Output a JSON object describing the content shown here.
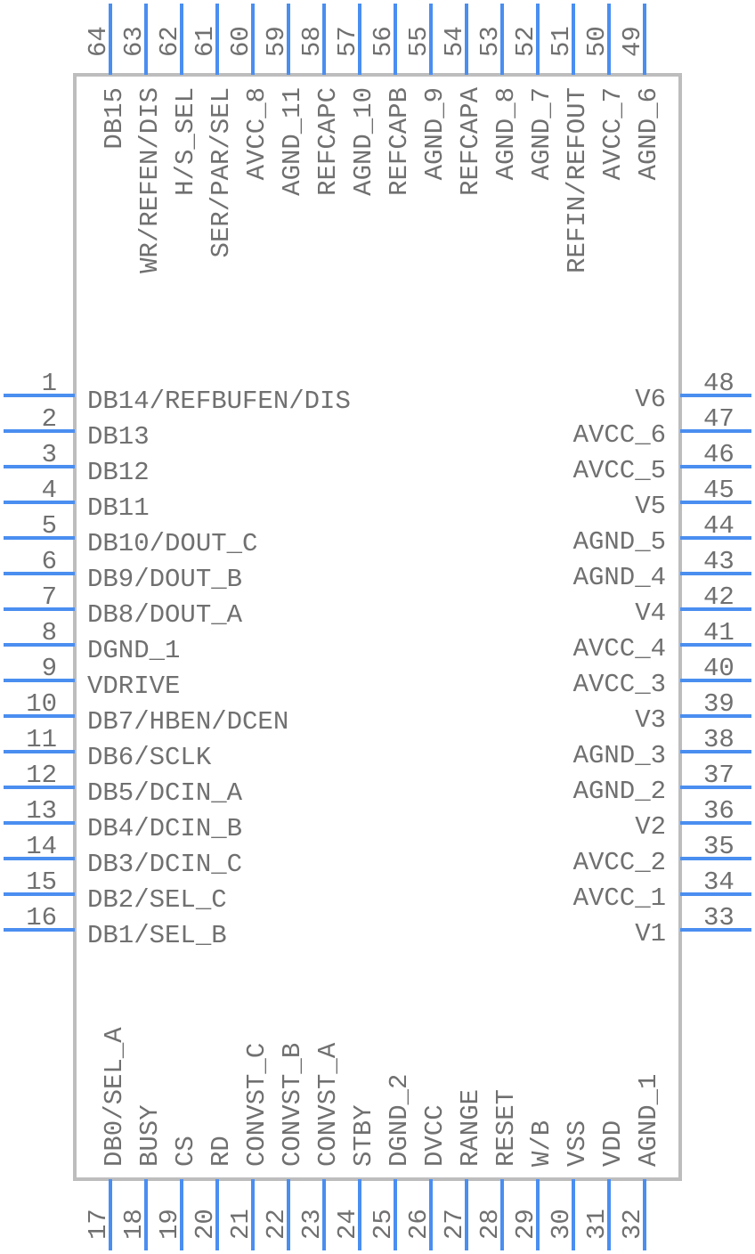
{
  "component": {
    "type": "64-pin IC schematic symbol",
    "pin_color": "#4a8ef0",
    "outline_color": "#bdbdbd",
    "text_color": "#707070"
  },
  "pins": {
    "left": [
      {
        "num": "1",
        "name": "DB14/REFBUFEN/DIS"
      },
      {
        "num": "2",
        "name": "DB13"
      },
      {
        "num": "3",
        "name": "DB12"
      },
      {
        "num": "4",
        "name": "DB11"
      },
      {
        "num": "5",
        "name": "DB10/DOUT_C"
      },
      {
        "num": "6",
        "name": "DB9/DOUT_B"
      },
      {
        "num": "7",
        "name": "DB8/DOUT_A"
      },
      {
        "num": "8",
        "name": "DGND_1"
      },
      {
        "num": "9",
        "name": "VDRIVE"
      },
      {
        "num": "10",
        "name": "DB7/HBEN/DCEN"
      },
      {
        "num": "11",
        "name": "DB6/SCLK"
      },
      {
        "num": "12",
        "name": "DB5/DCIN_A"
      },
      {
        "num": "13",
        "name": "DB4/DCIN_B"
      },
      {
        "num": "14",
        "name": "DB3/DCIN_C"
      },
      {
        "num": "15",
        "name": "DB2/SEL_C"
      },
      {
        "num": "16",
        "name": "DB1/SEL_B"
      }
    ],
    "bottom": [
      {
        "num": "17",
        "name": "DB0/SEL_A"
      },
      {
        "num": "18",
        "name": "BUSY"
      },
      {
        "num": "19",
        "name": "CS"
      },
      {
        "num": "20",
        "name": "RD"
      },
      {
        "num": "21",
        "name": "CONVST_C"
      },
      {
        "num": "22",
        "name": "CONVST_B"
      },
      {
        "num": "23",
        "name": "CONVST_A"
      },
      {
        "num": "24",
        "name": "STBY"
      },
      {
        "num": "25",
        "name": "DGND_2"
      },
      {
        "num": "26",
        "name": "DVCC"
      },
      {
        "num": "27",
        "name": "RANGE"
      },
      {
        "num": "28",
        "name": "RESET"
      },
      {
        "num": "29",
        "name": "W/B"
      },
      {
        "num": "30",
        "name": "VSS"
      },
      {
        "num": "31",
        "name": "VDD"
      },
      {
        "num": "32",
        "name": "AGND_1"
      }
    ],
    "right": [
      {
        "num": "48",
        "name": "V6"
      },
      {
        "num": "47",
        "name": "AVCC_6"
      },
      {
        "num": "46",
        "name": "AVCC_5"
      },
      {
        "num": "45",
        "name": "V5"
      },
      {
        "num": "44",
        "name": "AGND_5"
      },
      {
        "num": "43",
        "name": "AGND_4"
      },
      {
        "num": "42",
        "name": "V4"
      },
      {
        "num": "41",
        "name": "AVCC_4"
      },
      {
        "num": "40",
        "name": "AVCC_3"
      },
      {
        "num": "39",
        "name": "V3"
      },
      {
        "num": "38",
        "name": "AGND_3"
      },
      {
        "num": "37",
        "name": "AGND_2"
      },
      {
        "num": "36",
        "name": "V2"
      },
      {
        "num": "35",
        "name": "AVCC_2"
      },
      {
        "num": "34",
        "name": "AVCC_1"
      },
      {
        "num": "33",
        "name": "V1"
      }
    ],
    "top": [
      {
        "num": "64",
        "name": "DB15"
      },
      {
        "num": "63",
        "name": "WR/REFEN/DIS"
      },
      {
        "num": "62",
        "name": "H/S_SEL"
      },
      {
        "num": "61",
        "name": "SER/PAR/SEL"
      },
      {
        "num": "60",
        "name": "AVCC_8"
      },
      {
        "num": "59",
        "name": "AGND_11"
      },
      {
        "num": "58",
        "name": "REFCAPC"
      },
      {
        "num": "57",
        "name": "AGND_10"
      },
      {
        "num": "56",
        "name": "REFCAPB"
      },
      {
        "num": "55",
        "name": "AGND_9"
      },
      {
        "num": "54",
        "name": "REFCAPA"
      },
      {
        "num": "53",
        "name": "AGND_8"
      },
      {
        "num": "52",
        "name": "AGND_7"
      },
      {
        "num": "51",
        "name": "REFIN/REFOUT"
      },
      {
        "num": "50",
        "name": "AVCC_7"
      },
      {
        "num": "49",
        "name": "AGND_6"
      }
    ]
  }
}
